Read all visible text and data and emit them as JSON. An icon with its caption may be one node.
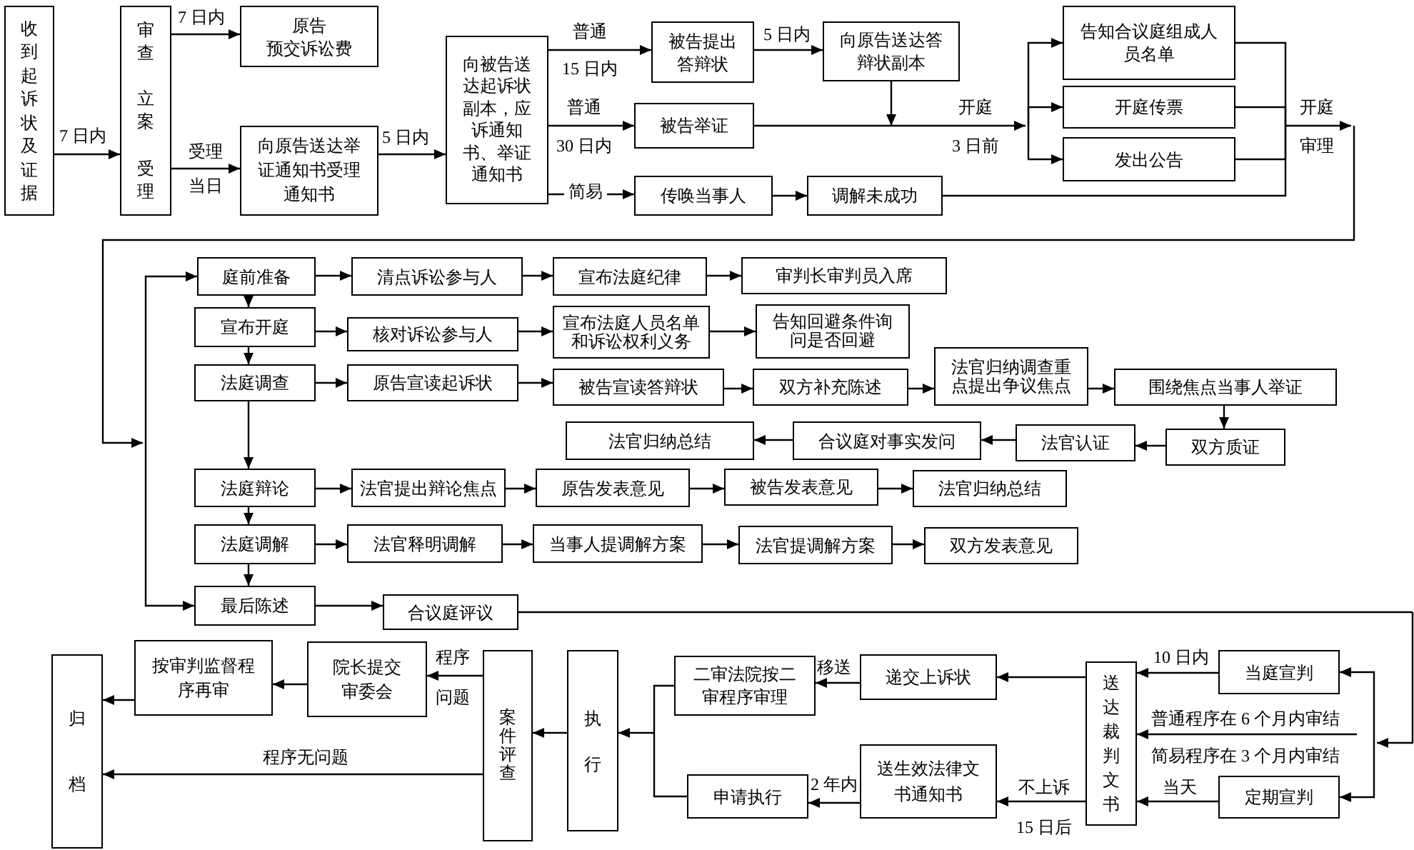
{
  "diagram": {
    "nodes": [
      {
        "text": [
          "收到起诉状及证据"
        ]
      },
      {
        "text": [
          "审查",
          "立案",
          "受理"
        ]
      },
      {
        "text": [
          "原告",
          "预交诉讼费"
        ]
      },
      {
        "text": [
          "向原告送达举证通知书受理通知书"
        ]
      },
      {
        "text": [
          "向被告送达起诉状副本，应诉通知书、举证通知书"
        ]
      },
      {
        "text": [
          "被告提出答辩状"
        ]
      },
      {
        "text": [
          "向原告送达答辩状副本"
        ]
      },
      {
        "text": [
          "被告举证"
        ]
      },
      {
        "text": [
          "传唤当事人"
        ]
      },
      {
        "text": [
          "调解未成功"
        ]
      },
      {
        "text": [
          "告知合议庭组成人员名单"
        ]
      },
      {
        "text": [
          "开庭传票"
        ]
      },
      {
        "text": [
          "发出公告"
        ]
      },
      {
        "text": [
          "庭前准备"
        ]
      },
      {
        "text": [
          "清点诉讼参与人"
        ]
      },
      {
        "text": [
          "宣布法庭纪律"
        ]
      },
      {
        "text": [
          "审判长审判员入席"
        ]
      },
      {
        "text": [
          "宣布开庭"
        ]
      },
      {
        "text": [
          "核对诉讼参与人"
        ]
      },
      {
        "text": [
          "宣布法庭人员名单和诉讼权利义务"
        ]
      },
      {
        "text": [
          "告知回避条件询问是否回避"
        ]
      },
      {
        "text": [
          "法庭调查"
        ]
      },
      {
        "text": [
          "原告宣读起诉状"
        ]
      },
      {
        "text": [
          "被告宣读答辩状"
        ]
      },
      {
        "text": [
          "双方补充陈述"
        ]
      },
      {
        "text": [
          "法官归纳调查重点提出争议焦点"
        ]
      },
      {
        "text": [
          "围绕焦点当事人举证"
        ]
      },
      {
        "text": [
          "双方质证"
        ]
      },
      {
        "text": [
          "法官认证"
        ]
      },
      {
        "text": [
          "合议庭对事实发问"
        ]
      },
      {
        "text": [
          "法官归纳总结"
        ]
      },
      {
        "text": [
          "法庭辩论"
        ]
      },
      {
        "text": [
          "法官提出辩论焦点"
        ]
      },
      {
        "text": [
          "原告发表意见"
        ]
      },
      {
        "text": [
          "被告发表意见"
        ]
      },
      {
        "text": [
          "法官归纳总结"
        ]
      },
      {
        "text": [
          "法庭调解"
        ]
      },
      {
        "text": [
          "法官释明调解"
        ]
      },
      {
        "text": [
          "当事人提调解方案"
        ]
      },
      {
        "text": [
          "法官提调解方案"
        ]
      },
      {
        "text": [
          "双方发表意见"
        ]
      },
      {
        "text": [
          "最后陈述"
        ]
      },
      {
        "text": [
          "合议庭评议"
        ]
      },
      {
        "text": [
          "归档"
        ]
      },
      {
        "text": [
          "按审判监督程序再审"
        ]
      },
      {
        "text": [
          "院长提交审委会"
        ]
      },
      {
        "text": [
          "案件评查"
        ]
      },
      {
        "text": [
          "执行"
        ]
      },
      {
        "text": [
          "二审法院按二审程序审理"
        ]
      },
      {
        "text": [
          "递交上诉状"
        ]
      },
      {
        "text": [
          "送达裁判文书"
        ]
      },
      {
        "text": [
          "当庭宣判"
        ]
      },
      {
        "text": [
          "申请执行"
        ]
      },
      {
        "text": [
          "送生效法律文书通知书"
        ]
      },
      {
        "text": [
          "定期宣判"
        ]
      }
    ],
    "edges": [
      {
        "from": 0,
        "to": 1,
        "arrow": "to",
        "label": "7 日内"
      },
      {
        "from": 1,
        "to": 2,
        "arrow": "to",
        "label": "7 日内"
      },
      {
        "from": 1,
        "to": 3,
        "arrow": "to",
        "label": "受理"
      },
      {
        "from": 3,
        "to": 4,
        "arrow": "to",
        "label": "5 日内"
      },
      {
        "from": 4,
        "to": 5,
        "arrow": "to",
        "label": "普通"
      },
      {
        "from": 4,
        "to": 7,
        "arrow": "to",
        "label": "普通"
      },
      {
        "from": 4,
        "to": 8,
        "arrow": "to",
        "label": "简易"
      },
      {
        "from": 5,
        "to": 6,
        "arrow": "to",
        "label": "5 日内"
      },
      {
        "from": 6,
        "to": 10,
        "arrow": "to"
      },
      {
        "from": 6,
        "to": 11,
        "arrow": "to"
      },
      {
        "from": 6,
        "to": 12,
        "arrow": "to"
      },
      {
        "from": 7,
        "to": 10,
        "arrow": "to",
        "label": "开庭"
      },
      {
        "from": 7,
        "to": 11,
        "arrow": "to"
      },
      {
        "from": 7,
        "to": 12,
        "arrow": "to"
      },
      {
        "from": 8,
        "to": 9,
        "arrow": "to"
      },
      {
        "from": 10,
        "to": 13,
        "arrow": "to",
        "label": "开庭"
      },
      {
        "from": 11,
        "to": 13,
        "arrow": "to"
      },
      {
        "from": 12,
        "to": 13,
        "arrow": "to"
      },
      {
        "from": 9,
        "to": 13,
        "arrow": "to"
      },
      {
        "from": 10,
        "to": 41,
        "arrow": "to"
      },
      {
        "from": 11,
        "to": 41,
        "arrow": "to"
      },
      {
        "from": 12,
        "to": 41,
        "arrow": "to"
      },
      {
        "from": 9,
        "to": 41,
        "arrow": "to"
      },
      {
        "from": 13,
        "to": 17,
        "arrow": "to"
      },
      {
        "from": 17,
        "to": 21,
        "arrow": "to"
      },
      {
        "from": 21,
        "to": 31,
        "arrow": "to"
      },
      {
        "from": 31,
        "to": 36,
        "arrow": "to"
      },
      {
        "from": 36,
        "to": 41,
        "arrow": "to"
      },
      {
        "from": 13,
        "to": 14,
        "arrow": "to"
      },
      {
        "from": 14,
        "to": 15,
        "arrow": "to"
      },
      {
        "from": 15,
        "to": 16,
        "arrow": "to"
      },
      {
        "from": 17,
        "to": 18,
        "arrow": "to"
      },
      {
        "from": 18,
        "to": 19,
        "arrow": "to"
      },
      {
        "from": 19,
        "to": 20,
        "arrow": "to"
      },
      {
        "from": 21,
        "to": 22,
        "arrow": "to"
      },
      {
        "from": 22,
        "to": 23,
        "arrow": "to"
      },
      {
        "from": 23,
        "to": 24,
        "arrow": "to"
      },
      {
        "from": 24,
        "to": 25,
        "arrow": "to"
      },
      {
        "from": 25,
        "to": 26,
        "arrow": "to"
      },
      {
        "from": 26,
        "to": 27,
        "arrow": "to"
      },
      {
        "from": 27,
        "to": 28,
        "arrow": "to"
      },
      {
        "from": 28,
        "to": 29,
        "arrow": "to"
      },
      {
        "from": 29,
        "to": 30,
        "arrow": "to"
      },
      {
        "from": 31,
        "to": 32,
        "arrow": "to"
      },
      {
        "from": 32,
        "to": 33,
        "arrow": "to"
      },
      {
        "from": 33,
        "to": 34,
        "arrow": "to"
      },
      {
        "from": 34,
        "to": 35,
        "arrow": "to"
      },
      {
        "from": 36,
        "to": 37,
        "arrow": "to"
      },
      {
        "from": 37,
        "to": 38,
        "arrow": "to"
      },
      {
        "from": 38,
        "to": 39,
        "arrow": "to"
      },
      {
        "from": 39,
        "to": 40,
        "arrow": "to"
      },
      {
        "from": 41,
        "to": 42,
        "arrow": "to"
      },
      {
        "from": 42,
        "to": 51,
        "arrow": "to"
      },
      {
        "from": 42,
        "to": 54,
        "arrow": "to"
      },
      {
        "from": 51,
        "to": 50,
        "arrow": "to",
        "label": "10 日内"
      },
      {
        "from": null,
        "to": 50,
        "arrow": "to",
        "label": "普通程序在 6 个月内审结"
      },
      {
        "from": 54,
        "to": 50,
        "arrow": "to",
        "label": "当天"
      },
      {
        "from": 50,
        "to": 49,
        "arrow": "to"
      },
      {
        "from": 49,
        "to": 48,
        "arrow": "to",
        "label": "移送"
      },
      {
        "from": 50,
        "to": 53,
        "arrow": "to",
        "label": "不上诉"
      },
      {
        "from": 53,
        "to": 52,
        "arrow": "to",
        "label": "2 年内"
      },
      {
        "from": 48,
        "to": 47,
        "arrow": "to"
      },
      {
        "from": 52,
        "to": 47,
        "arrow": "to"
      },
      {
        "from": 47,
        "to": 46,
        "arrow": "to"
      },
      {
        "from": 46,
        "to": 45,
        "arrow": "to",
        "label": "程序"
      },
      {
        "from": 45,
        "to": 44,
        "arrow": "to"
      },
      {
        "from": 44,
        "to": 43,
        "arrow": "to"
      },
      {
        "from": 46,
        "to": 43,
        "arrow": "to",
        "label": "程序无问题"
      }
    ],
    "labels": [
      "15 日内",
      "30 日内",
      "3 日前",
      "审理",
      "当日",
      "问题",
      "简易程序在 3 个月内审结",
      "15 日后"
    ]
  }
}
